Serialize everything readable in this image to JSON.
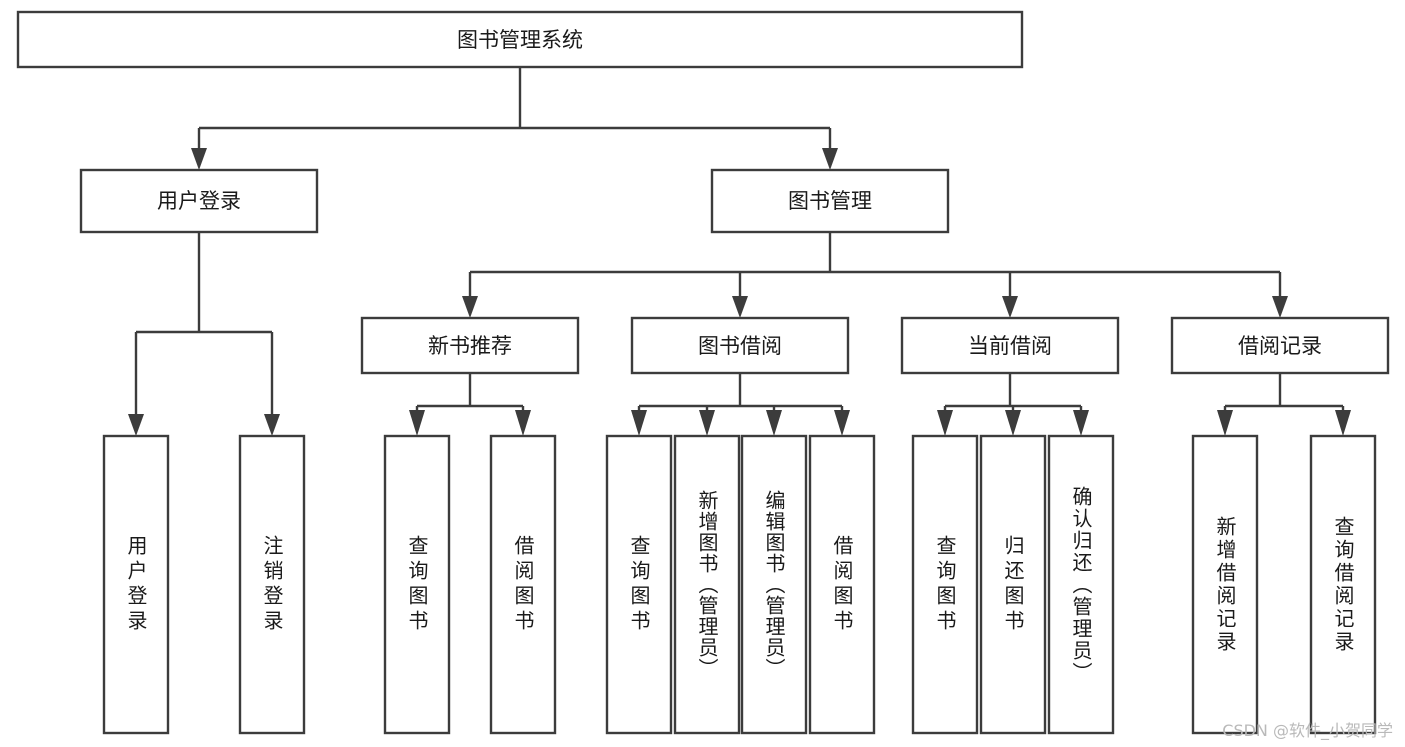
{
  "diagram": {
    "type": "tree",
    "title": "图书管理系统",
    "watermark": "CSDN @软件_小贺同学",
    "colors": {
      "stroke": "#3c3c3c",
      "box_fill": "#ffffff",
      "text": "#1a1a1a",
      "background": "#ffffff",
      "watermark": "#b9b9b9"
    },
    "root": {
      "label": "图书管理系统"
    },
    "level2": [
      {
        "label": "用户登录"
      },
      {
        "label": "图书管理"
      }
    ],
    "level3": [
      {
        "label": "新书推荐"
      },
      {
        "label": "图书借阅"
      },
      {
        "label": "当前借阅"
      },
      {
        "label": "借阅记录"
      }
    ],
    "leaves": {
      "user_login": [
        {
          "label": "用户登录"
        },
        {
          "label": "注销登录"
        }
      ],
      "new_book_recommend": [
        {
          "label": "查询图书"
        },
        {
          "label": "借阅图书"
        }
      ],
      "book_borrow": [
        {
          "label": "查询图书"
        },
        {
          "label": "新增图书（管理员）"
        },
        {
          "label": "编辑图书（管理员）"
        },
        {
          "label": "借阅图书"
        }
      ],
      "current_borrow": [
        {
          "label": "查询图书"
        },
        {
          "label": "归还图书"
        },
        {
          "label": "确认归还（管理员）"
        }
      ],
      "borrow_record": [
        {
          "label": "新增借阅记录"
        },
        {
          "label": "查询借阅记录"
        }
      ]
    }
  }
}
